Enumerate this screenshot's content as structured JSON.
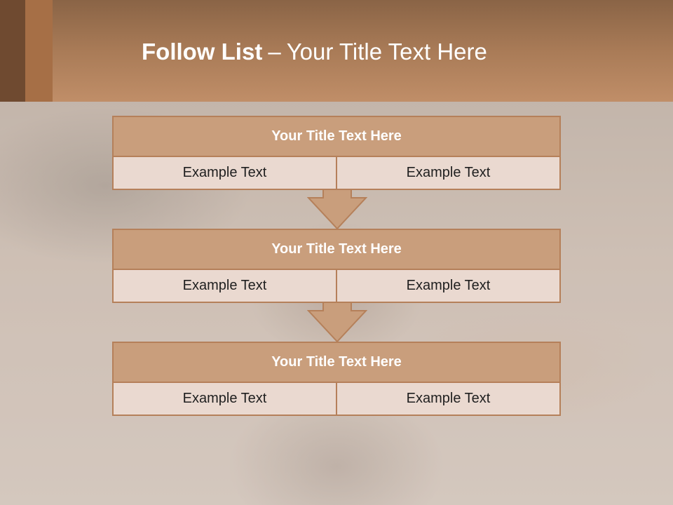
{
  "slide": {
    "title_main": "Follow List",
    "title_separator": "–",
    "title_sub": "Your Title Text Here"
  },
  "blocks": [
    {
      "title": "Your Title Text Here",
      "left": "Example Text",
      "right": "Example Text"
    },
    {
      "title": "Your Title Text Here",
      "left": "Example Text",
      "right": "Example Text"
    },
    {
      "title": "Your Title Text Here",
      "left": "Example Text",
      "right": "Example Text"
    }
  ],
  "icons": [
    "down-arrow-icon",
    "down-arrow-icon"
  ],
  "colors": {
    "header": "#a97b57",
    "accent": "#b5805a",
    "block_header": "#c99e7c",
    "block_cell": "#ead9d0",
    "text_light": "#ffffff",
    "text_dark": "#1f1f1f"
  }
}
